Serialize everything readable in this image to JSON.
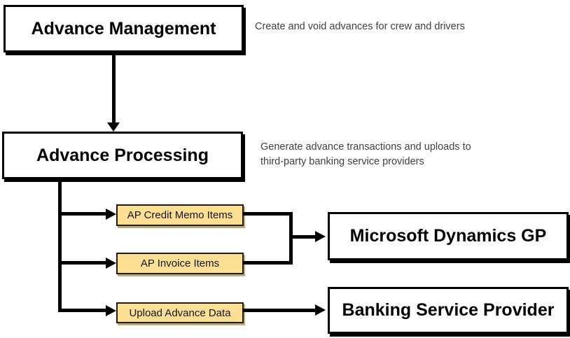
{
  "diagram": {
    "nodes": {
      "advance_management": {
        "label": "Advance Management",
        "description": "Create and void advances for crew and drivers"
      },
      "advance_processing": {
        "label": "Advance Processing",
        "description": "Generate advance transactions and uploads to third-party banking service providers"
      },
      "ap_credit_memo_items": {
        "label": "AP Credit Memo Items"
      },
      "ap_invoice_items": {
        "label": "AP Invoice Items"
      },
      "upload_advance_data": {
        "label": "Upload Advance Data"
      },
      "microsoft_dynamics_gp": {
        "label": "Microsoft Dynamics GP"
      },
      "banking_service_provider": {
        "label": "Banking Service Provider"
      }
    },
    "colors": {
      "line": "#000000",
      "main_box_fill": "#FFFFFF",
      "main_box_border": "#000000",
      "process_box_fill": "#FBDF95",
      "process_box_border": "#211B04",
      "process_box_shadow": "#A68F52",
      "description_text": "#3F3F3F",
      "label_text": "#000000"
    }
  }
}
